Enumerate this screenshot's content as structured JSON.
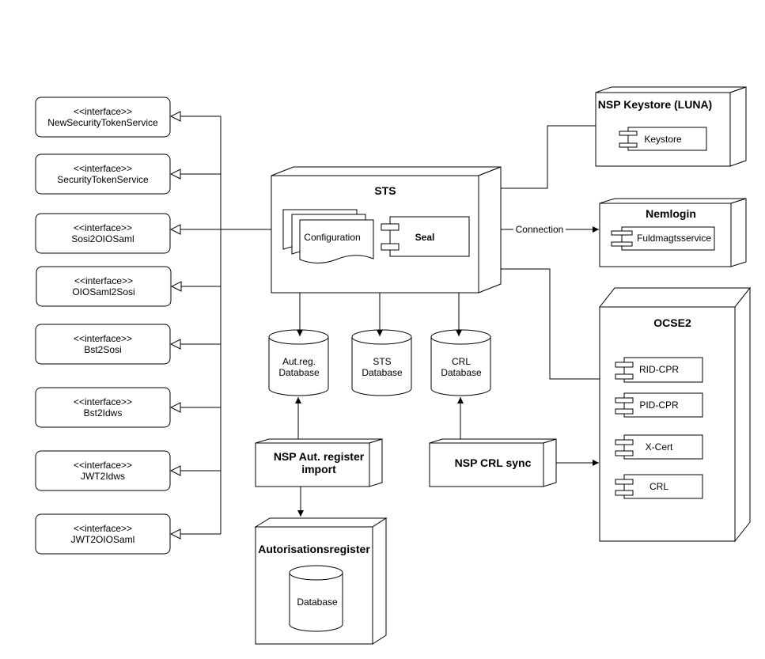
{
  "interfaces": [
    {
      "stereotype": "<<interface>>",
      "name": "NewSecurityTokenService"
    },
    {
      "stereotype": "<<interface>>",
      "name": "SecurityTokenService"
    },
    {
      "stereotype": "<<interface>>",
      "name": "Sosi2OIOSaml"
    },
    {
      "stereotype": "<<interface>>",
      "name": "OIOSaml2Sosi"
    },
    {
      "stereotype": "<<interface>>",
      "name": "Bst2Sosi"
    },
    {
      "stereotype": "<<interface>>",
      "name": "Bst2Idws"
    },
    {
      "stereotype": "<<interface>>",
      "name": "JWT2Idws"
    },
    {
      "stereotype": "<<interface>>",
      "name": "JWT2OIOSaml"
    }
  ],
  "sts": {
    "title": "STS",
    "configuration": "Configuration",
    "seal": "Seal"
  },
  "databases": {
    "autreg": [
      "Aut.reg.",
      "Database"
    ],
    "sts": [
      "STS",
      "Database"
    ],
    "crl": [
      "CRL",
      "Database"
    ]
  },
  "keystore": {
    "title": "NSP Keystore (LUNA)",
    "component": "Keystore"
  },
  "nemlogin": {
    "title": "Nemlogin",
    "component": "Fuldmagtsservice"
  },
  "connection_label": "Connection",
  "ocse": {
    "title": "OCSE2",
    "components": [
      "RID-CPR",
      "PID-CPR",
      "X-Cert",
      "CRL"
    ]
  },
  "autreg_import": {
    "title": [
      "NSP Aut. register",
      "import"
    ]
  },
  "crl_sync": {
    "title": "NSP CRL sync"
  },
  "autorisationsregister": {
    "title": "Autorisationsregister",
    "db": "Database"
  }
}
